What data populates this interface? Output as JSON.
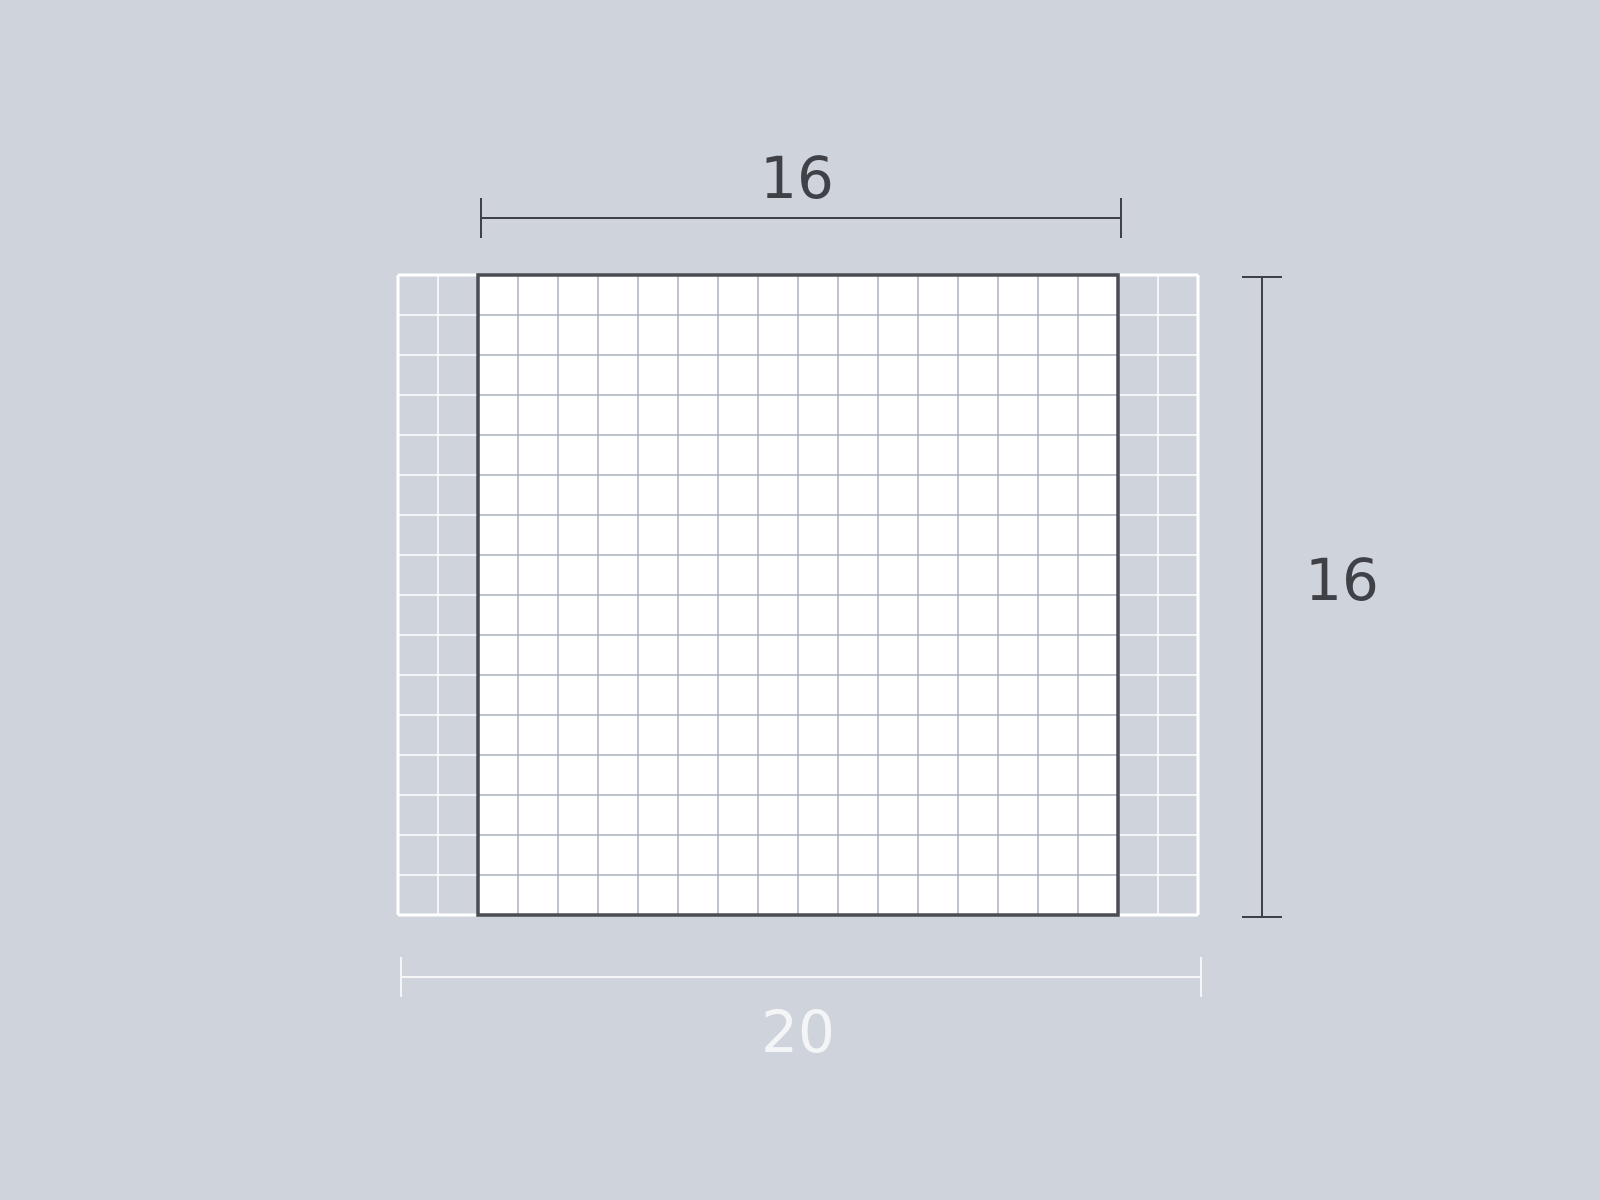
{
  "diagram": {
    "inner_grid": {
      "columns": 16,
      "rows": 16
    },
    "outer_grid": {
      "columns": 20,
      "rows": 16
    },
    "dimensions": {
      "top_width_label": "16",
      "right_height_label": "16",
      "bottom_width_label": "20"
    },
    "colors": {
      "background": "#cfd4dc",
      "inner_fill": "#ffffff",
      "inner_grid_line": "#a9b0ba",
      "inner_border": "#4a4d53",
      "outer_grid_line": "#ffffff",
      "dim_dark": "#3f4147",
      "dim_light": "#f4f5f7"
    }
  }
}
